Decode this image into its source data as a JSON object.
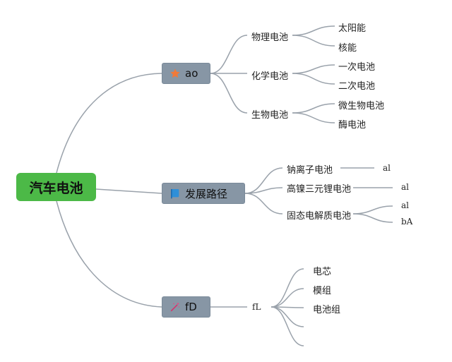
{
  "root": {
    "label": "汽车电池"
  },
  "branches": [
    {
      "label": "ao",
      "icon": "star-icon",
      "children": [
        {
          "label": "物理电池",
          "children": [
            "太阳能",
            "核能"
          ]
        },
        {
          "label": "化学电池",
          "children": [
            "一次电池",
            "二次电池"
          ]
        },
        {
          "label": "生物电池",
          "children": [
            "微生物电池",
            "酶电池"
          ]
        }
      ]
    },
    {
      "label": "发展路径",
      "icon": "flag-icon",
      "children": [
        {
          "label": "钠离子电池",
          "children": [
            "al"
          ]
        },
        {
          "label": "高镍三元锂电池",
          "children": [
            "al"
          ]
        },
        {
          "label": "固态电解质电池",
          "children": [
            "al",
            "bA"
          ]
        }
      ]
    },
    {
      "label": "fD",
      "icon": "magic-wand-icon",
      "children": [
        {
          "label": "fL",
          "children": [
            "电芯",
            "模组",
            "电池组",
            "",
            ""
          ]
        }
      ]
    }
  ],
  "colors": {
    "root_fill": "#4cb947",
    "branch_fill": "#8796a5",
    "edge": "#9aa2ab"
  }
}
